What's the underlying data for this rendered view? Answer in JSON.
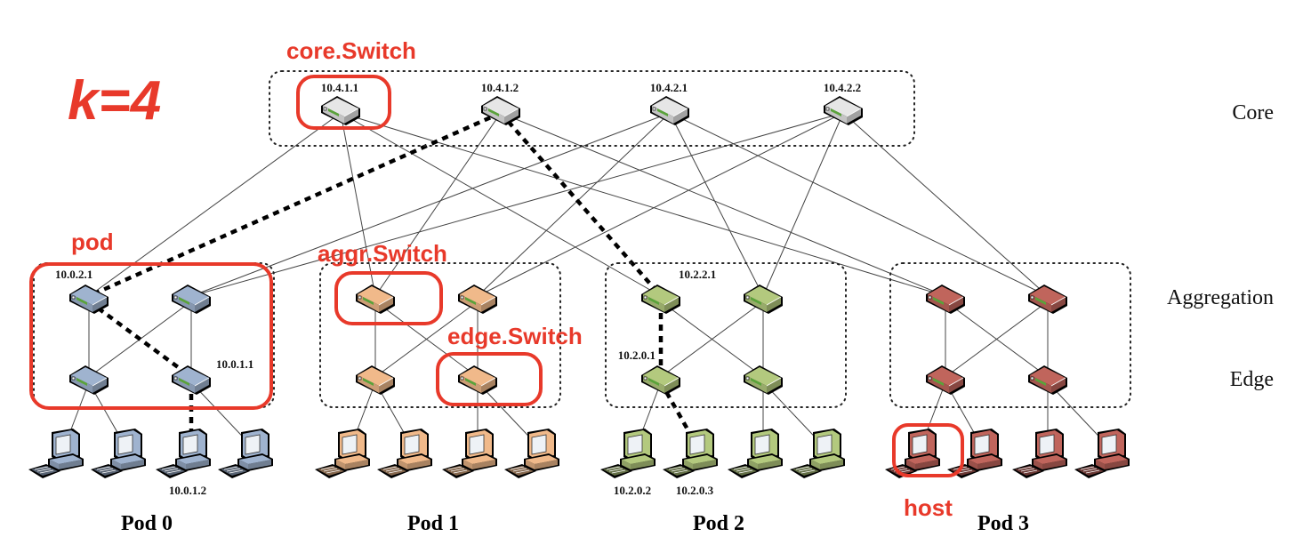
{
  "title_annotation": "k=4",
  "annotations": {
    "core_switch": "core.Switch",
    "pod": "pod",
    "aggr_switch": "aggr.Switch",
    "edge_switch": "edge.Switch",
    "host": "host"
  },
  "layers": [
    "Core",
    "Aggregation",
    "Edge"
  ],
  "colors": {
    "annotation": "#e8392a",
    "core": "#e6e6e6",
    "pod0": "#9fb3cf",
    "pod1": "#f0b98a",
    "pod2": "#b3c97e",
    "pod3": "#c0655c",
    "port_led": "#5aa33a"
  },
  "core_switches": [
    {
      "ip": "10.4.1.1"
    },
    {
      "ip": "10.4.1.2"
    },
    {
      "ip": "10.4.2.1"
    },
    {
      "ip": "10.4.2.2"
    }
  ],
  "pods": [
    {
      "label": "Pod 0",
      "color_key": "pod0",
      "aggr": [
        {
          "ip": "10.0.2.1"
        },
        {
          "ip": ""
        }
      ],
      "edge": [
        {
          "ip": ""
        },
        {
          "ip": "10.0.1.1"
        }
      ],
      "hosts": [
        {
          "ip": ""
        },
        {
          "ip": ""
        },
        {
          "ip": "10.0.1.2"
        },
        {
          "ip": ""
        }
      ]
    },
    {
      "label": "Pod 1",
      "color_key": "pod1",
      "aggr": [
        {
          "ip": ""
        },
        {
          "ip": ""
        }
      ],
      "edge": [
        {
          "ip": ""
        },
        {
          "ip": ""
        }
      ],
      "hosts": [
        {
          "ip": ""
        },
        {
          "ip": ""
        },
        {
          "ip": ""
        },
        {
          "ip": ""
        }
      ]
    },
    {
      "label": "Pod 2",
      "color_key": "pod2",
      "aggr": [
        {
          "ip": "10.2.2.1"
        },
        {
          "ip": ""
        }
      ],
      "edge": [
        {
          "ip": "10.2.0.1"
        },
        {
          "ip": ""
        }
      ],
      "hosts": [
        {
          "ip": "10.2.0.2"
        },
        {
          "ip": "10.2.0.3"
        },
        {
          "ip": ""
        },
        {
          "ip": ""
        }
      ]
    },
    {
      "label": "Pod 3",
      "color_key": "pod3",
      "aggr": [
        {
          "ip": ""
        },
        {
          "ip": ""
        }
      ],
      "edge": [
        {
          "ip": ""
        },
        {
          "ip": ""
        }
      ],
      "hosts": [
        {
          "ip": ""
        },
        {
          "ip": ""
        },
        {
          "ip": ""
        },
        {
          "ip": ""
        }
      ]
    }
  ],
  "highlighted_route": [
    "10.0.1.2",
    "10.0.1.1",
    "10.0.2.1",
    "10.4.1.2",
    "10.2.2.1",
    "10.2.0.1",
    "10.2.0.3"
  ]
}
